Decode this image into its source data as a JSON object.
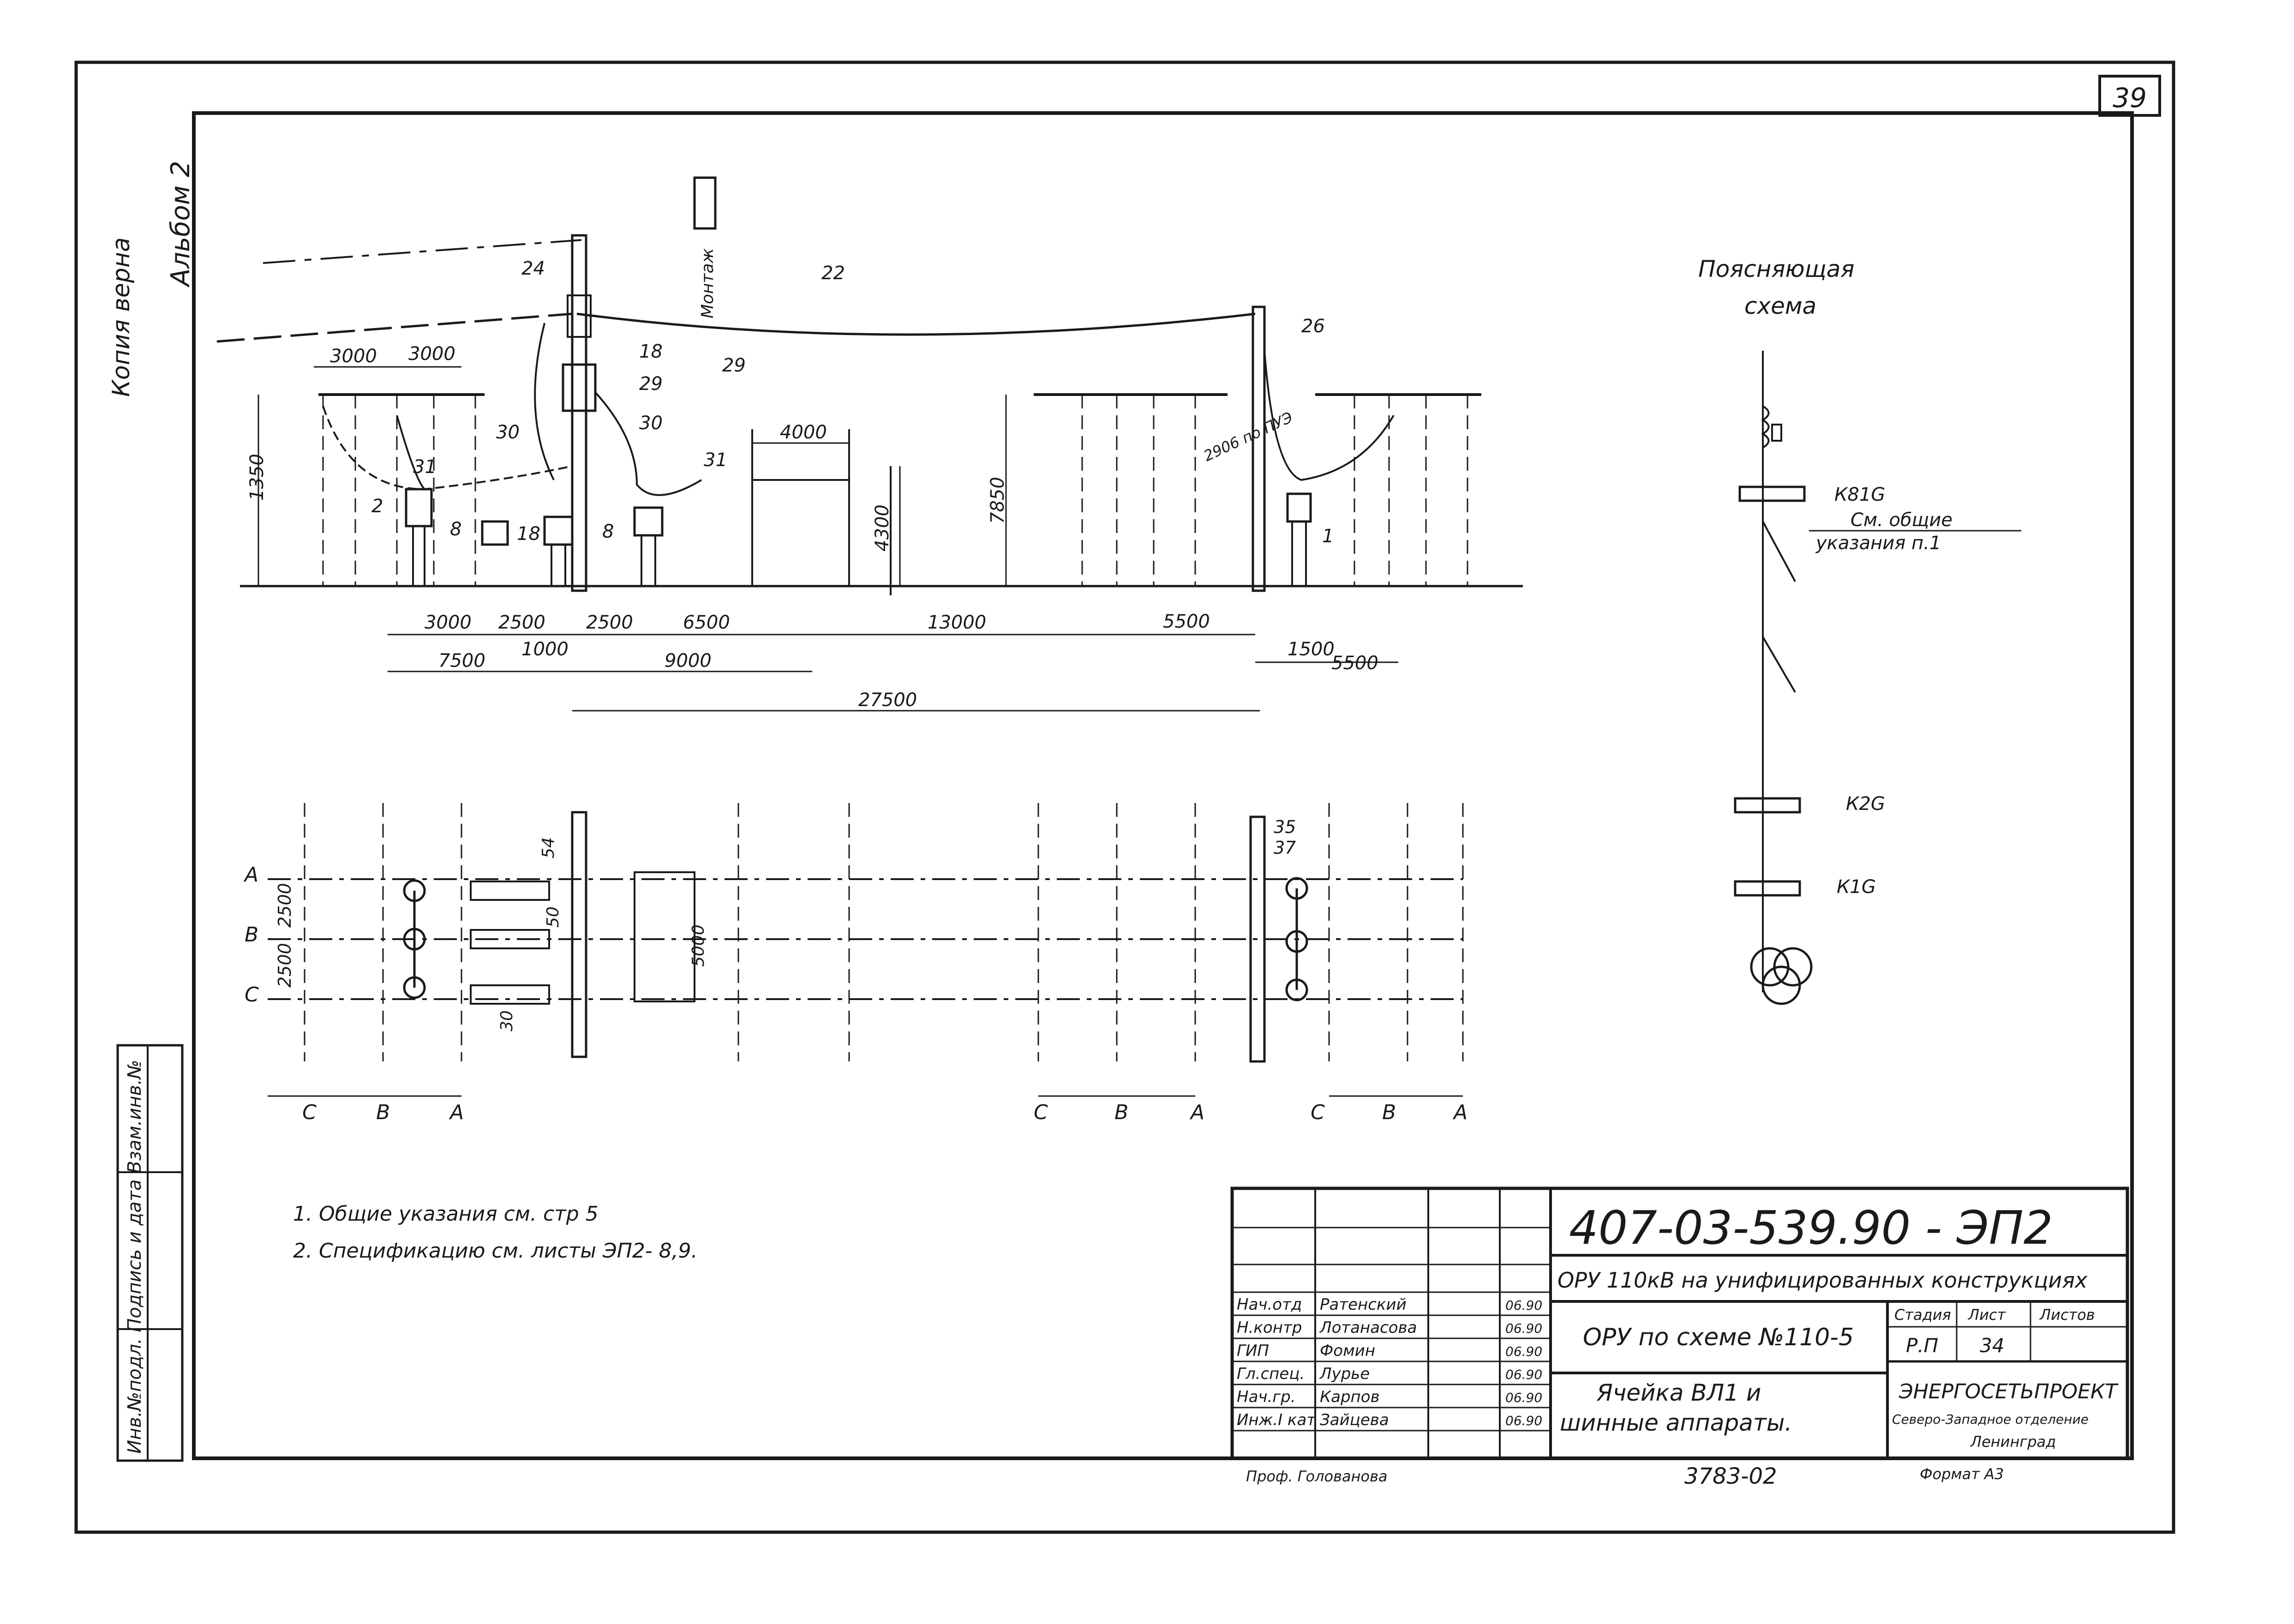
{
  "sheet": {
    "page_number": "39",
    "left_margin_label": "Копия верна",
    "album_label": "Альбом 2",
    "side_stamp": "Инв.№подл. Подпись и дата Взам.инв.№"
  },
  "section_view": {
    "height_dims": [
      "1350",
      "7850",
      "4300"
    ],
    "span_dims_top": [
      "3000",
      "3000",
      "4000"
    ],
    "span_dims_bottom": [
      "3000",
      "2500",
      "2500",
      "6500",
      "13000",
      "5500",
      "1500",
      "5500"
    ],
    "span_dims_row2": [
      "7500",
      "1000",
      "9000"
    ],
    "overall_dim": "27500",
    "item_numbers": [
      "22",
      "24",
      "26",
      "18",
      "29",
      "30",
      "31",
      "30",
      "2",
      "8",
      "18",
      "8",
      "31",
      "29",
      "1"
    ],
    "mount_note": "Монтаж",
    "sag_note": "2906 по ПУЭ"
  },
  "plan_view": {
    "phases": [
      "А",
      "В",
      "С"
    ],
    "phase_dims": [
      "2500",
      "2500"
    ],
    "phase_labels_bottom_left": [
      "С",
      "В",
      "А"
    ],
    "phase_labels_bottom_mid": [
      "С",
      "В",
      "А"
    ],
    "phase_labels_bottom_right": [
      "С",
      "В",
      "А"
    ],
    "item_numbers": [
      "54",
      "50",
      "30",
      "35",
      "37"
    ],
    "dim_vertical": [
      "5000",
      "30"
    ]
  },
  "schematic": {
    "title_line1": "Поясняющая",
    "title_line2": "схема",
    "labels": [
      "К81G",
      "К2G",
      "К1G"
    ],
    "note": [
      "См. общие",
      "указания п.1"
    ]
  },
  "notes": [
    "1. Общие указания см. стр 5",
    "2. Спецификацию см. листы ЭП2- 8,9."
  ],
  "title_block": {
    "doc_code": "407-03-539.90 - ЭП2",
    "project": "ОРУ 110кВ на унифицированных конструкциях",
    "sheet_title": "ОРУ по схеме №110-5",
    "drawing_title": [
      "Ячейка ВЛ1 и",
      "шинные аппараты."
    ],
    "stage_header": [
      "Стадия",
      "Лист",
      "Листов"
    ],
    "stage_values": [
      "Р.П",
      "34",
      ""
    ],
    "organization": [
      "ЭНЕРГОСЕТЬПРОЕКТ",
      "Северо-Западное отделение",
      "Ленинград"
    ],
    "staff": [
      {
        "role": "Нач.отд",
        "name": "Ратенский",
        "date": "06.90"
      },
      {
        "role": "Н.контр",
        "name": "Лотанасова",
        "date": "06.90"
      },
      {
        "role": "ГИП",
        "name": "Фомин",
        "date": "06.90"
      },
      {
        "role": "Гл.спец.",
        "name": "Лурье",
        "date": "06.90"
      },
      {
        "role": "Нач.гр.",
        "name": "Карпов",
        "date": "06.90"
      },
      {
        "role": "Инж.I кат",
        "name": "Зайцева",
        "date": "06.90"
      }
    ],
    "below_stamp": [
      "Проф. Голованова",
      "3783-02",
      "Формат А3"
    ]
  }
}
